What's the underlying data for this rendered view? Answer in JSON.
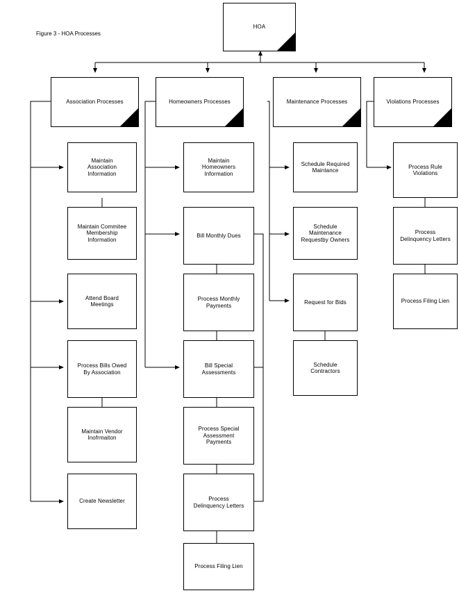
{
  "figure": {
    "caption": "Figure 3 - HOA Processes"
  },
  "colors": {
    "line": "#000000",
    "box_fill": "#ffffff",
    "corner_fill": "#000000",
    "text": "#000000"
  },
  "nodes": {
    "root": {
      "label": "HOA"
    },
    "association": {
      "label": "Association Processes"
    },
    "homeowners": {
      "label": "Homeowners Processes"
    },
    "maintenance": {
      "label": "Maintenance Processes"
    },
    "violations": {
      "label": "Violations Processes"
    },
    "a1": {
      "label": "Maintain\nAssociation\nInformation"
    },
    "a2": {
      "label": "Maintain Commitee\nMembership\nInformation"
    },
    "a3": {
      "label": "Attend Board\nMeetings"
    },
    "a4": {
      "label": "Process Bills Owed\nBy Association"
    },
    "a5": {
      "label": "Maintain Vendor\nInofrmaiton"
    },
    "a6": {
      "label": "Create Newsletter"
    },
    "h1": {
      "label": "Maintain\nHomeowners\nInformation"
    },
    "h2": {
      "label": "Bill Monthly Dues"
    },
    "h3": {
      "label": "Process Monthly\nPayments"
    },
    "h4": {
      "label": "Bill Special\nAssessments"
    },
    "h5": {
      "label": "Process Special\nAssessment\nPayments"
    },
    "h6": {
      "label": "Process\nDelinquency Letters"
    },
    "h7": {
      "label": "Process Filing Lien"
    },
    "m1": {
      "label": "Schedule Required\nMaintance"
    },
    "m2": {
      "label": "Schedule\nMaintenance\nRequestby Owners"
    },
    "m3": {
      "label": "Request for Bids"
    },
    "m4": {
      "label": "Schedule\nContractors"
    },
    "v1": {
      "label": "Process Rule\nViolations"
    },
    "v2": {
      "label": "Process\nDelinquency Letters"
    },
    "v3": {
      "label": "Process Filing Lien"
    }
  },
  "chart_data": {
    "type": "diagram",
    "title": "Figure 3 - HOA Processes",
    "diagram_kind": "hierarchical-process-tree",
    "root": "HOA",
    "branches": [
      {
        "parent": "Association Processes",
        "children": [
          "Maintain Association Information",
          "Maintain Commitee Membership Information",
          "Attend Board Meetings",
          "Process Bills Owed By Association",
          "Maintain Vendor Inofrmaiton",
          "Create Newsletter"
        ],
        "sub_links": [
          {
            "from": "Maintain Association Information",
            "to": "Maintain Commitee Membership Information"
          },
          {
            "from": "Process Bills Owed By Association",
            "to": "Maintain Vendor Inofrmaiton"
          }
        ]
      },
      {
        "parent": "Homeowners Processes",
        "children": [
          "Maintain Homeowners Information",
          "Bill Monthly Dues",
          "Bill Special Assessments"
        ],
        "sub_links": [
          {
            "from": "Bill Monthly Dues",
            "to": "Process Monthly Payments"
          },
          {
            "from": "Bill Special Assessments",
            "to": "Process Special Assessment Payments"
          },
          {
            "from": "Process Special Assessment Payments",
            "to": "Process Delinquency Letters"
          },
          {
            "from": "Process Delinquency Letters",
            "to": "Process Filing Lien"
          }
        ]
      },
      {
        "parent": "Maintenance Processes",
        "children": [
          "Schedule Required Maintance",
          "Schedule Maintenance Requestby Owners",
          "Request for Bids"
        ],
        "sub_links": [
          {
            "from": "Request for Bids",
            "to": "Schedule Contractors"
          }
        ]
      },
      {
        "parent": "Violations Processes",
        "children": [
          "Process Rule Violations"
        ],
        "sub_links": [
          {
            "from": "Process Rule Violations",
            "to": "Process Delinquency Letters"
          },
          {
            "from": "Process Delinquency Letters",
            "to": "Process Filing Lien"
          }
        ]
      }
    ],
    "cross_links": [
      {
        "from": "Bill Monthly Dues",
        "to": "Schedule Required Maintance"
      },
      {
        "from": "Bill Special Assessments",
        "to": "Schedule Maintenance Requestby Owners"
      },
      {
        "from": "Process Delinquency Letters",
        "to": "Request for Bids"
      }
    ]
  }
}
